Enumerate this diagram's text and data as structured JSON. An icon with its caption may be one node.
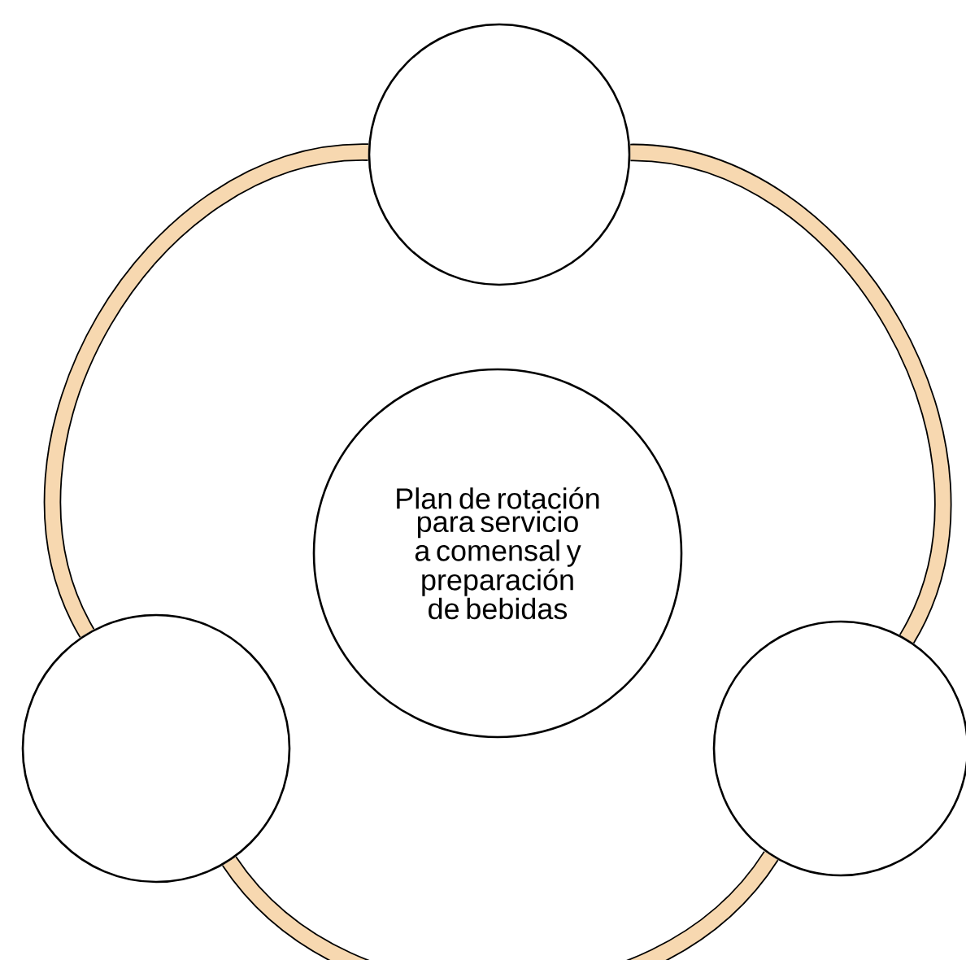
{
  "diagram": {
    "nodes": [
      {
        "text": [
          "Plan de rotación para servicio a comensal y preparación de bebidas"
        ]
      },
      {
        "text": [],
        "shape": "circle"
      },
      {
        "text": [],
        "shape": "circle"
      },
      {
        "text": [],
        "shape": "circle"
      }
    ],
    "edges": [
      {
        "from": 1,
        "to": 2,
        "arrow": "none"
      },
      {
        "from": 2,
        "to": 3,
        "arrow": "none"
      },
      {
        "from": 3,
        "to": 1,
        "arrow": "none"
      }
    ]
  }
}
